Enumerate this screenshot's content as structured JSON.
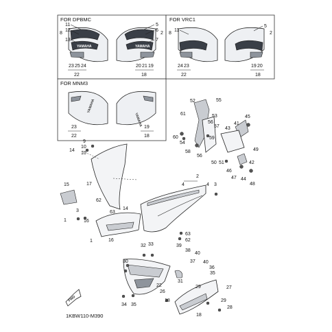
{
  "insets": {
    "dpbmc": {
      "title": "FOR DPBMC",
      "left_nums": [
        "11",
        "12",
        "8",
        "13"
      ],
      "right_nums": [
        "5",
        "6",
        "2",
        "7"
      ],
      "bottom_left": [
        "23",
        "25",
        "24"
      ],
      "bottom_right": [
        "20",
        "21",
        "19"
      ],
      "group_left": "22",
      "group_right": "18"
    },
    "vrc1": {
      "title": "FOR VRC1",
      "left_nums": [
        "8",
        "11"
      ],
      "right_nums": [
        "5",
        "2"
      ],
      "bottom_left": [
        "24",
        "23"
      ],
      "bottom_right": [
        "19",
        "20"
      ],
      "group_left": "22",
      "group_right": "18"
    },
    "mnm3": {
      "title": "FOR MNM3",
      "left_nums": [
        "23"
      ],
      "right_nums": [
        "19"
      ],
      "group_left": "22",
      "group_right": "18"
    }
  },
  "emblem_text": "YAMAHA",
  "callouts": {
    "c52": "52",
    "c55": "55",
    "c61": "61",
    "c53": "53",
    "c56": "56",
    "c57": "57",
    "c59": "59",
    "c60": "60",
    "c54": "54",
    "c58": "58",
    "c56b": "56",
    "c45": "45",
    "c41": "41",
    "c43": "43",
    "c49": "49",
    "c50": "50",
    "c51": "51",
    "c42": "42",
    "c47": "47",
    "c44": "44",
    "c46": "46",
    "c48": "48",
    "c9": "9",
    "c10": "10",
    "c10b": "10",
    "c14": "14",
    "c15": "15",
    "c17": "17",
    "c62": "62",
    "c14b": "14",
    "c1": "1",
    "c3": "3",
    "c16": "16",
    "c63": "63",
    "c1b": "1",
    "c16b": "16",
    "c2": "2",
    "c4": "4",
    "c4b": "4",
    "c3b": "3",
    "c63b": "63",
    "c62b": "62",
    "c32": "32",
    "c33": "33",
    "c39": "39",
    "c38": "38",
    "c40": "40",
    "c37": "37",
    "c40b": "40",
    "c36": "36",
    "c35": "35",
    "c30": "30",
    "c31": "31",
    "c22": "22",
    "c34": "34",
    "c35b": "35",
    "c29": "29",
    "c27": "27",
    "c26": "26",
    "c28": "28",
    "c29b": "29",
    "c18": "18",
    "c18b": "18"
  },
  "footer": {
    "code": "1KBW110-M390",
    "fwd_label": "FWD"
  },
  "icons": {
    "fwd_arrow": "fwd-arrow-icon"
  }
}
